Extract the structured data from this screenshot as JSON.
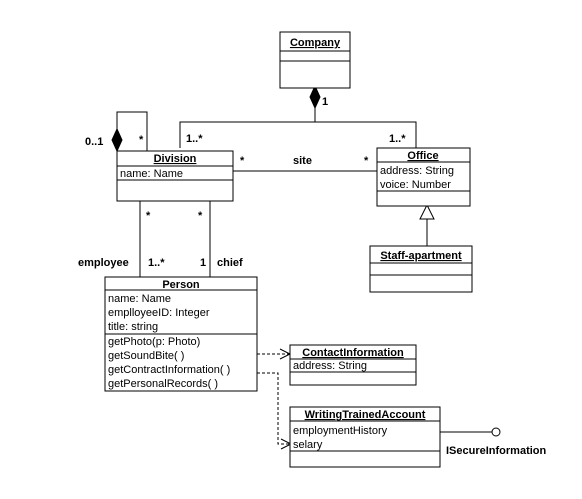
{
  "classes": {
    "company": {
      "name": "Company"
    },
    "division": {
      "name": "Division",
      "attrs": [
        "name: Name"
      ]
    },
    "office": {
      "name": "Office",
      "attrs": [
        "address: String",
        "voice: Number"
      ]
    },
    "staff_apartment": {
      "name": "Staff-apartment"
    },
    "person": {
      "name": "Person",
      "attrs": [
        "name: Name",
        "emplloyeeID: Integer",
        "title: string"
      ],
      "ops": [
        "getPhoto(p: Photo)",
        "getSoundBite( )",
        "getContractInformation( )",
        "getPersonalRecords( )"
      ]
    },
    "contact_information": {
      "name": "ContactInformation",
      "attrs": [
        "address: String"
      ]
    },
    "writing_trained_account": {
      "name": "WritingTrainedAccount",
      "attrs": [
        "employmentHistory",
        "selary"
      ]
    }
  },
  "labels": {
    "company_division_mult": "1",
    "self_multiplicity": "0..1",
    "self_star": "*",
    "division_company_mult": "1..*",
    "office_company_mult": "1..*",
    "site_label": "site",
    "site_division_mult": "*",
    "site_office_mult": "*",
    "employee_star": "*",
    "chief_star": "*",
    "employee_role": "employee",
    "employee_mult": "1..*",
    "chief_mult": "1",
    "chief_role": "chief",
    "interface_name": "ISecureInformation"
  }
}
